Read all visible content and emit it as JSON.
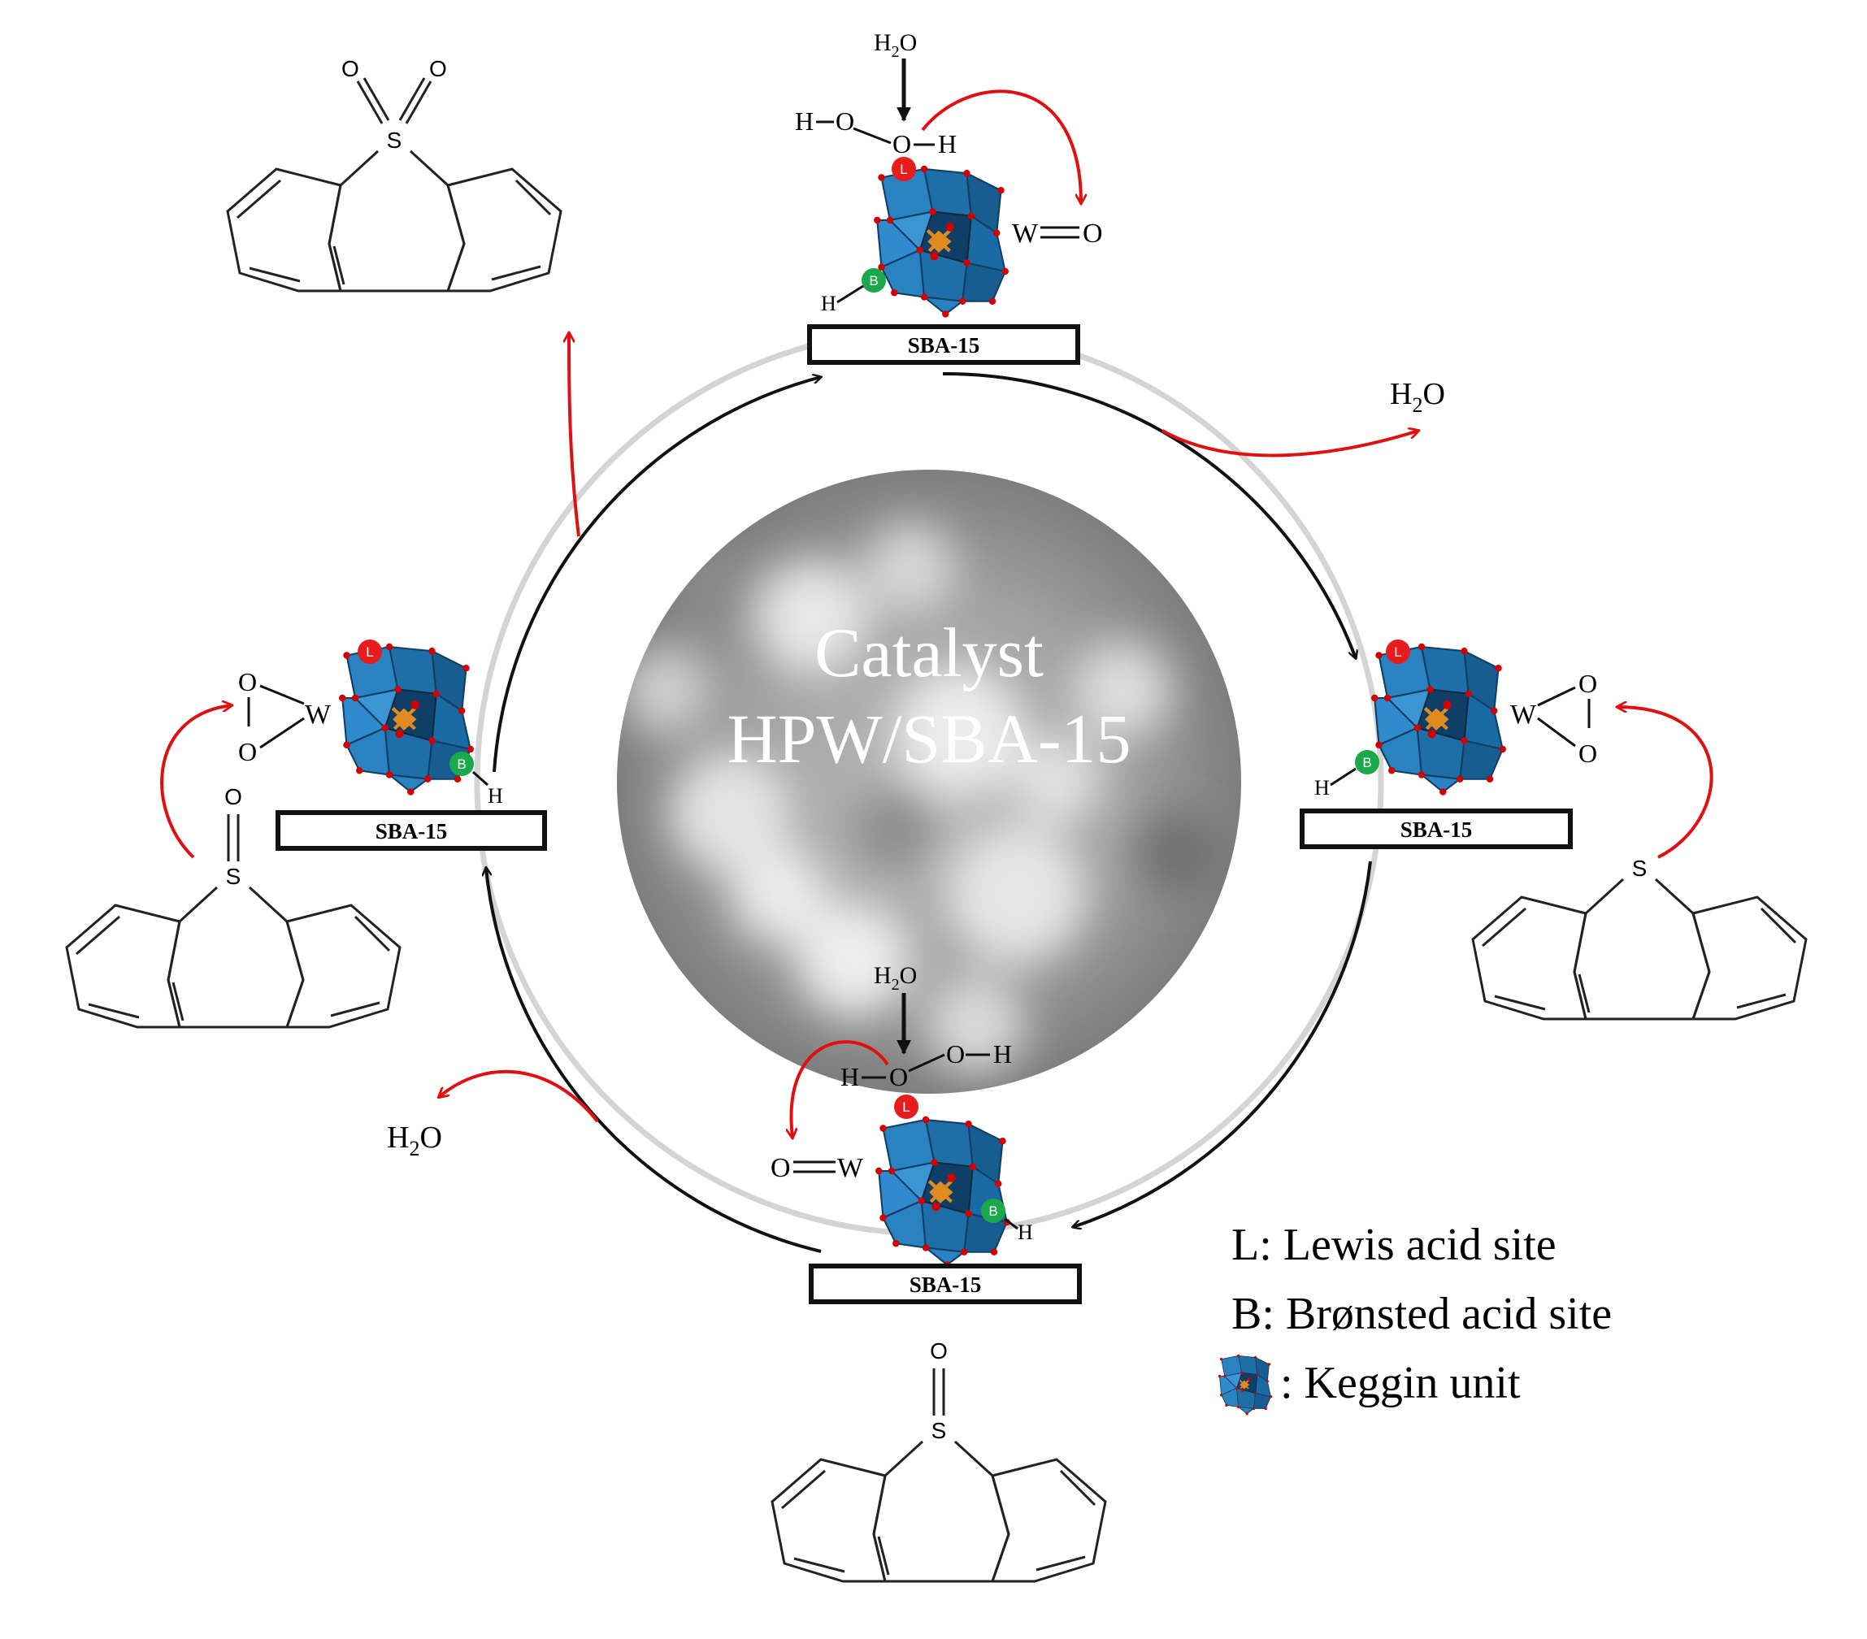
{
  "center": {
    "title_line1": "Catalyst",
    "title_line2": "HPW/SBA-15"
  },
  "support_label": "SBA-15",
  "lewis_letter": "L",
  "bronsted_letter": "B",
  "atoms": {
    "H": "H",
    "O": "O",
    "W": "W",
    "S": "S"
  },
  "species": {
    "h2o2_main": "H",
    "h2o2_sub": "2",
    "h2o2_o": "O",
    "water_main": "H",
    "water_sub": "2",
    "water_o": "O"
  },
  "legend": {
    "lewis": "L: Lewis acid site",
    "bronsted": "B: Brønsted acid site",
    "keggin": ": Keggin unit"
  },
  "colors": {
    "keggin": "#1e6fa8",
    "keggin_dark": "#0f3f66",
    "lewis": "#e81c1c",
    "bronsted": "#1aa84a",
    "arrow_red": "#e01010",
    "oxygen_dot": "#d40000",
    "phosphorus": "#e08a20"
  }
}
